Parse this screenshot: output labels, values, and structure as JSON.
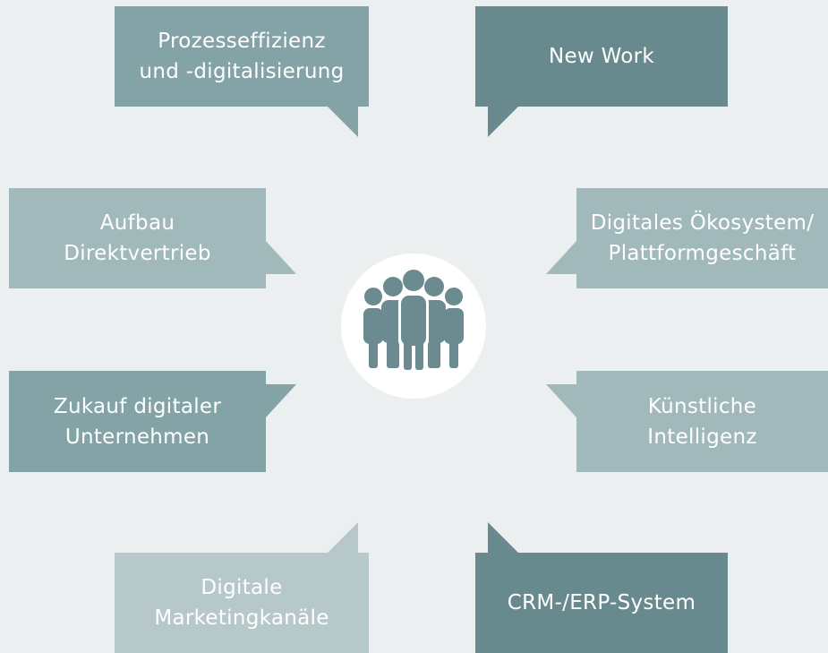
{
  "colors": {
    "background": "#ecefef",
    "dark": "#688a8f",
    "medium": "#84a3a7",
    "light": "#a2b9bc",
    "lighter": "#b7c8ca",
    "icon": "#6b8b90"
  },
  "center": {
    "icon": "people-group-icon"
  },
  "bubbles": [
    {
      "lines": [
        "Prozesseffizienz",
        "und -digitalisierung"
      ]
    },
    {
      "lines": [
        "New Work"
      ]
    },
    {
      "lines": [
        "Aufbau",
        "Direktvertrieb"
      ]
    },
    {
      "lines": [
        "Digitales Ökosystem/",
        "Plattformgeschäft"
      ]
    },
    {
      "lines": [
        "Zukauf digitaler",
        "Unternehmen"
      ]
    },
    {
      "lines": [
        "Künstliche",
        "Intelligenz"
      ]
    },
    {
      "lines": [
        "Digitale",
        "Marketingkanäle"
      ]
    },
    {
      "lines": [
        "CRM-/ERP-System"
      ]
    }
  ]
}
